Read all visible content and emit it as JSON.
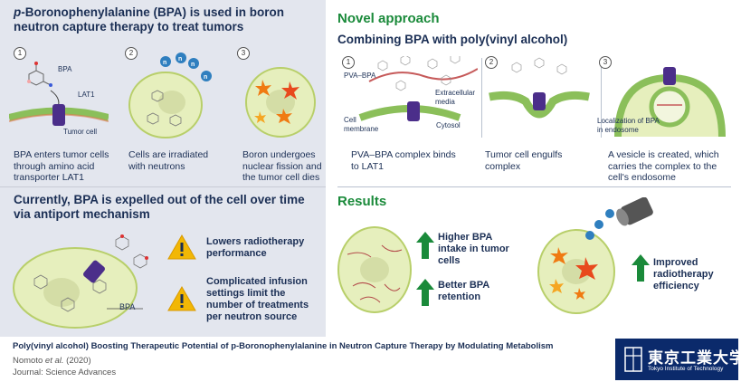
{
  "left_top": {
    "title_italic": "p",
    "title_rest": "-Boronophenylalanine (BPA) is used in boron neutron capture therapy to treat tumors",
    "steps": [
      {
        "num": "1",
        "caption": "BPA enters tumor cells through amino acid transporter LAT1"
      },
      {
        "num": "2",
        "caption": "Cells are irradiated with neutrons"
      },
      {
        "num": "3",
        "caption": "Boron undergoes nuclear fission and the tumor cell dies"
      }
    ],
    "labels": {
      "bpa": "BPA",
      "lat1": "LAT1",
      "tumor_cell": "Tumor cell",
      "neutron": "n"
    }
  },
  "left_bottom": {
    "title": "Currently, BPA is expelled out of the cell over time via antiport mechanism",
    "bpa_label": "BPA",
    "warnings": [
      {
        "icon": "warning-icon",
        "text": "Lowers radiotherapy performance"
      },
      {
        "icon": "warning-icon",
        "text": "Complicated infusion settings limit the number of treatments per neutron source"
      }
    ]
  },
  "right": {
    "title": "Novel approach",
    "subtitle": "Combining BPA with poly(vinyl alcohol)",
    "steps": [
      {
        "num": "1",
        "caption": "PVA–BPA complex binds to LAT1"
      },
      {
        "num": "2",
        "caption": "Tumor cell engulfs complex"
      },
      {
        "num": "3",
        "caption": "A vesicle is created, which carries the complex to the cell's endosome"
      }
    ],
    "labels": {
      "pva_bpa": "PVA–BPA",
      "extracellular": "Extracellular media",
      "cell_membrane": "Cell membrane",
      "cytosol": "Cytosol",
      "localization": "Localization of BPA in endosome"
    },
    "results_title": "Results",
    "results": [
      {
        "icon": "up-arrow-icon",
        "text": "Higher BPA intake in tumor cells"
      },
      {
        "icon": "up-arrow-icon",
        "text": "Better BPA retention"
      },
      {
        "icon": "up-arrow-icon",
        "text": "Improved radiotherapy efficiency"
      }
    ]
  },
  "footer": {
    "paper_title": "Poly(vinyl alcohol) Boosting Therapeutic Potential of p-Boronophenylalanine in Neutron Capture Therapy by Modulating Metabolism",
    "authors_prefix": "Nomoto ",
    "authors_etal": "et al.",
    "authors_year": " (2020)",
    "journal": "Journal: Science Advances",
    "logo_text": "東京工業大学",
    "logo_sub": "Tokyo Institute of Technology"
  },
  "colors": {
    "navy": "#1b2f55",
    "green": "#1a8a3a",
    "panel_gray": "#e3e6ee",
    "cell_fill": "#e6efbd",
    "lat1_purple": "#4b2e8a",
    "warning_yellow": "#f2b705"
  }
}
